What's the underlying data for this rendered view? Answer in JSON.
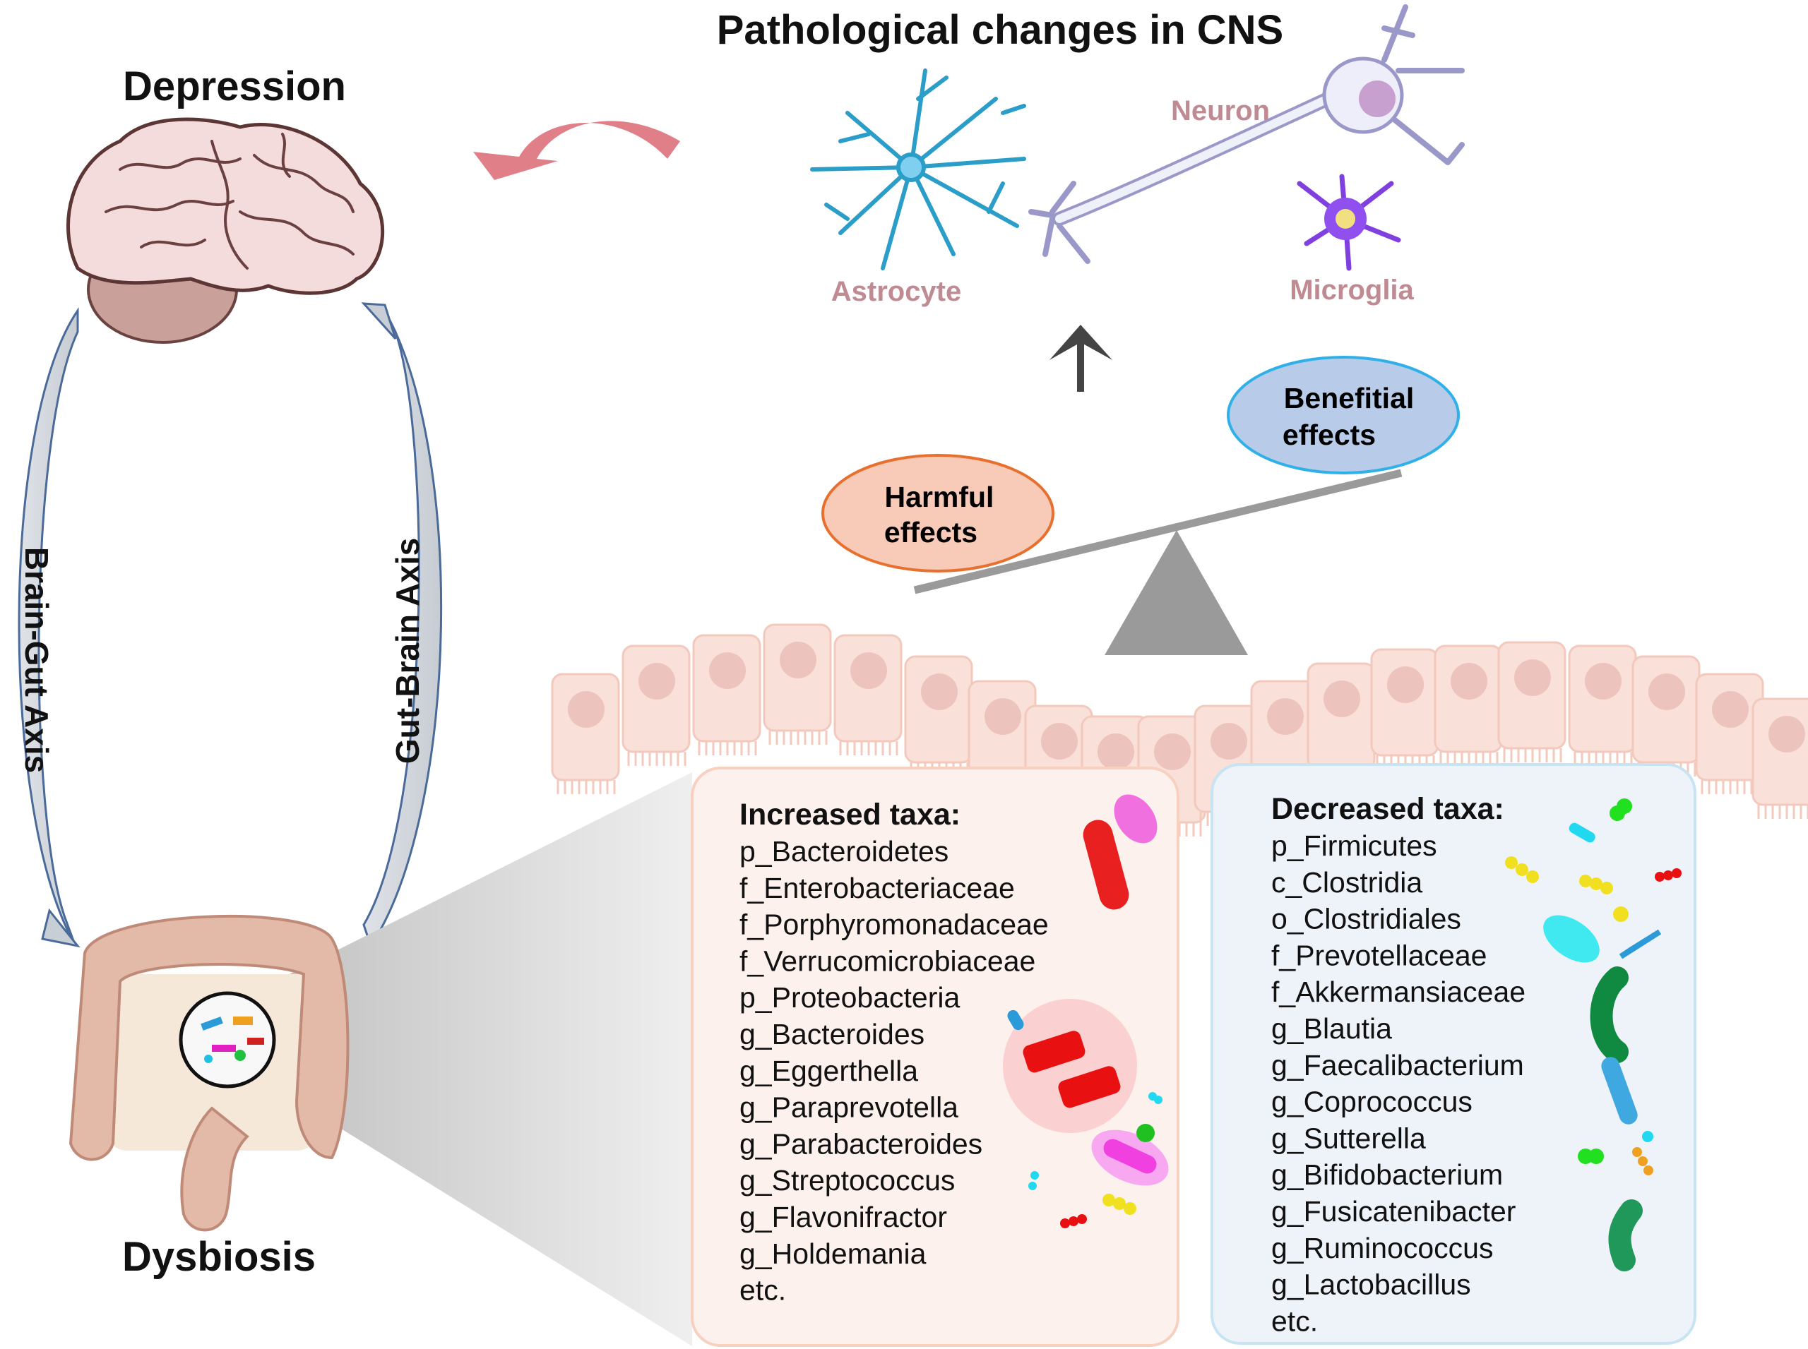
{
  "title": "Pathological changes in CNS",
  "depression_label": "Depression",
  "dysbiosis_label": "Dysbiosis",
  "axes": {
    "brain_gut": "Brain-Gut Axis",
    "gut_brain": "Gut-Brain Axis"
  },
  "cells": {
    "astrocyte": "Astrocyte",
    "neuron": "Neuron",
    "microglia": "Microglia"
  },
  "balance": {
    "harmful": [
      "Harmful",
      "effects"
    ],
    "beneficial": [
      "Benefitial",
      "effects"
    ]
  },
  "increased_taxa": {
    "header": "Increased taxa:",
    "items": [
      "p_Bacteroidetes",
      "f_Enterobacteriaceae",
      "f_Porphyromonadaceae",
      "f_Verrucomicrobiaceae",
      "p_Proteobacteria",
      "g_Bacteroides",
      "g_Eggerthella",
      "g_Paraprevotella",
      "g_Parabacteroides",
      "g_Streptococcus",
      "g_Flavonifractor",
      "g_Holdemania",
      "etc."
    ]
  },
  "decreased_taxa": {
    "header": "Decreased taxa:",
    "items": [
      "p_Firmicutes",
      "c_Clostridia",
      "o_Clostridiales",
      "f_Prevotellaceae",
      "f_Akkermansiaceae",
      "g_Blautia",
      "g_Faecalibacterium",
      "g_Coprococcus",
      "g_Sutterella",
      "g_Bifidobacterium",
      "g_Fusicatenibacter",
      "g_Ruminococcus",
      "g_Lactobacillus",
      "etc."
    ]
  },
  "colors": {
    "cell_label": "#c08a92",
    "harmful_fill": "#f8cbb8",
    "harmful_stroke": "#e8702f",
    "beneficial_fill": "#b8cbe8",
    "beneficial_stroke": "#2fb0e8",
    "increased_box": "#fdf1ed",
    "decreased_box": "#eef2f9",
    "arrow_red": "#e07f88"
  }
}
